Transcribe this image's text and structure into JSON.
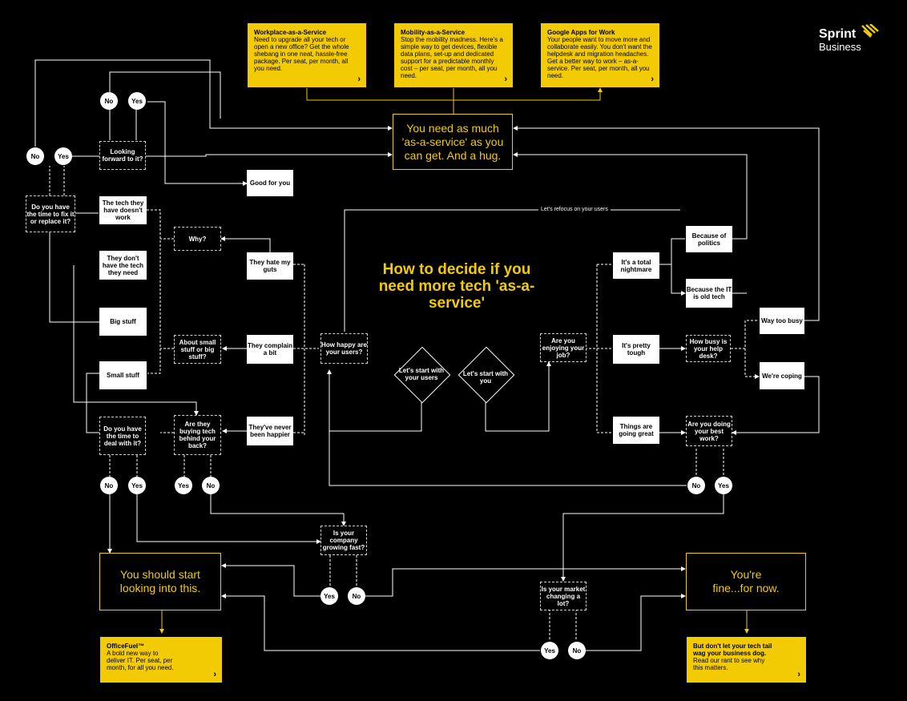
{
  "brand": {
    "name": "Sprint",
    "sub": "Business"
  },
  "title": "How to decide if you need more tech 'as-a-service'",
  "start": {
    "users": "Let's start with your users",
    "you": "Let's start with you"
  },
  "cards": {
    "workplace": {
      "title": "Workplace-as-a-Service",
      "body": "Need to upgrade all your tech or open a new office? Get the whole shebang in one neat, hassle-free package. Per seat, per month, all you need."
    },
    "mobility": {
      "title": "Mobility-as-a-Service",
      "body": "Stop the mobility madness. Here's a simple way to get devices, flexible data plans, set-up and dedicated support for a predictable monthly cost – per seat, per month, all you need."
    },
    "google": {
      "title": "Google Apps for Work",
      "body": "Your people want to move more and collaborate easily. You don't want the helpdesk and migration headaches. Get a better way to work – as-a-service. Per seat, per month, all you need."
    },
    "officefuel": {
      "title": "OfficeFuel™",
      "body": "A bold new way to deliver IT. Per seat, per month, for all you need."
    },
    "tail": {
      "title": "But don't let your tech tail wag your business dog.",
      "body": "Read our rant to see why this matters."
    }
  },
  "outcomes": {
    "as_service": "You need as much 'as-a-service' as you can get. And a hug.",
    "start": "You should start looking into this.",
    "fine": "You're fine...for now."
  },
  "nodes": {
    "good": "Good for you",
    "looking": "Looking forward to it?",
    "time_fix": "Do you have the time to fix it or replace it?",
    "tech_doesnt": "The tech they have doesn't work",
    "why": "Why?",
    "dont_have": "They don't have the tech they need",
    "hate": "They hate my guts",
    "big": "Big stuff",
    "about_small": "About small stuff or big stuff?",
    "complain": "They complain a bit",
    "how_happy": "How happy are your users?",
    "small": "Small stuff",
    "time_deal": "Do you have the time to deal with it?",
    "buying": "Are they buying tech behind your back?",
    "never_happier": "They've never been happier",
    "growing": "Is your company growing fast?",
    "enjoying": "Are you enjoying your job?",
    "nightmare": "It's a total nightmare",
    "politics": "Because of politics",
    "old": "Because the IT is old tech",
    "tough": "It's pretty tough",
    "how_busy": "How busy is your help desk?",
    "way_busy": "Way too busy",
    "coping": "We're coping",
    "great": "Things are going great",
    "best_work": "Are you doing your best work?",
    "market": "Is your market changing a lot?"
  },
  "edge_label": "Let's refocus on your users",
  "yes": "Yes",
  "no": "No"
}
